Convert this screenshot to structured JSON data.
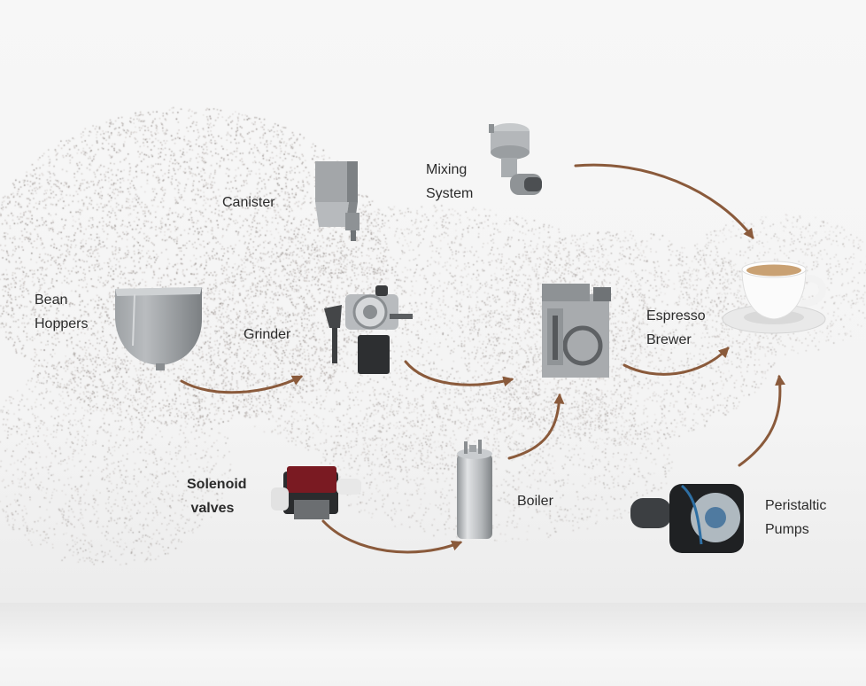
{
  "diagram": {
    "colors": {
      "arrow": "#8a5a3b",
      "metal": "#a8abae",
      "valve_red": "#7a1a22",
      "coffee": "#c9a173"
    },
    "labels": {
      "bean_hoppers": "Bean\nHoppers",
      "canister": "Canister",
      "mixing_system": "Mixing\nSystem",
      "grinder": "Grinder",
      "espresso_brewer": "Espresso\nBrewer",
      "solenoid_valves": "Solenoid\n valves",
      "boiler": "Boiler",
      "peristaltic_pumps": "Peristaltic\nPumps"
    },
    "components": [
      {
        "name": "bean-hopper",
        "icon": "hopper-icon"
      },
      {
        "name": "canister",
        "icon": "canister-icon"
      },
      {
        "name": "mixing-system",
        "icon": "mixing-unit-icon"
      },
      {
        "name": "grinder",
        "icon": "grinder-icon"
      },
      {
        "name": "espresso-brewer",
        "icon": "brewer-icon"
      },
      {
        "name": "solenoid-valve",
        "icon": "solenoid-valve-icon"
      },
      {
        "name": "boiler",
        "icon": "boiler-icon"
      },
      {
        "name": "peristaltic-pump",
        "icon": "pump-icon"
      },
      {
        "name": "coffee-cup",
        "icon": "coffee-cup-icon"
      }
    ]
  }
}
